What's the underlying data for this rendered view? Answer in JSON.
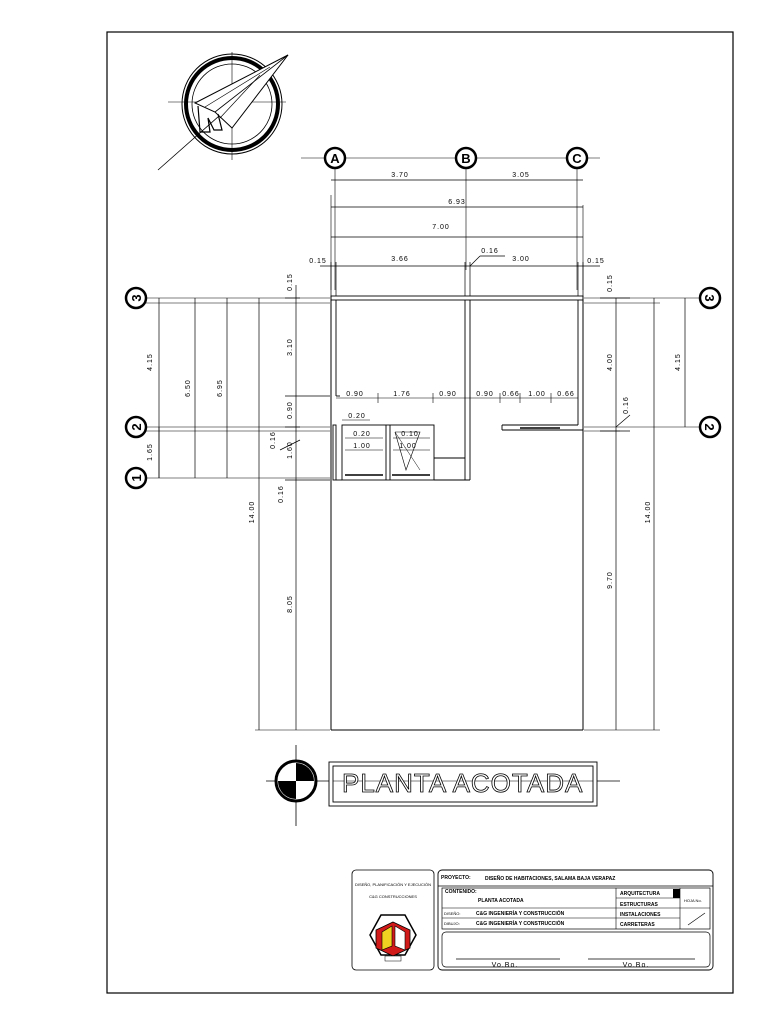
{
  "drawing": {
    "title": "PLANTA ACOTADA",
    "axes_letters": [
      "A",
      "B",
      "C"
    ],
    "axes_numbers_left": [
      "3",
      "2",
      "1"
    ],
    "axes_numbers_right": [
      "3",
      "2"
    ],
    "dims_top": {
      "ab": "3.70",
      "bc": "3.05",
      "total1": "6.93",
      "total2": "7.00",
      "left_wall": "0.15",
      "room1": "3.66",
      "mid_wall": "0.16",
      "room2": "3.00",
      "right_wall": "0.15"
    },
    "dims_left": {
      "a": "4.15",
      "b": "6.50",
      "c": "6.95",
      "d": "1.65",
      "total": "14.00",
      "upper_wall": "0.15",
      "room_top": "3.10",
      "door_gap": "0.90",
      "small_wall": "0.16",
      "bath": "1.60",
      "bottom_wall": "0.16",
      "lower": "8.05"
    },
    "dims_right": {
      "a": "4.15",
      "b": "4.00",
      "wall_top": "0.15",
      "wall_mid": "0.16",
      "total": "14.00",
      "lower": "9.70"
    },
    "dims_interior": {
      "d1": "0.90",
      "d2": "1.76",
      "d3": "0.90",
      "d4": "0.90",
      "d5": "0.66",
      "d6": "1.00",
      "d7": "0.66",
      "e1": "0.20",
      "e2": "0.20",
      "e3": "0.10",
      "e4": "1.00",
      "e5": "1.00"
    }
  },
  "title_block": {
    "company_header": "DISEÑO, PLANIFICACIÓN Y EJECUCIÓN",
    "company_name": "C&G CONSTRUCCIONES",
    "proyecto_label": "PROYECTO:",
    "proyecto_value": "DISEÑO DE HABITACIONES, SALAMA BAJA VERAPAZ",
    "contenido_label": "CONTENIDO:",
    "contenido_value": "PLANTA ACOTADA",
    "row1_label": "DISEÑO:",
    "row1_value": "C&G INGENIERÍA Y CONSTRUCCIÓN",
    "row2_label": "DIBUJO:",
    "row2_value": "C&G INGENIERÍA Y CONSTRUCCIÓN",
    "disciplines": [
      "ARQUITECTURA",
      "ESTRUCTURAS",
      "INSTALACIONES",
      "CARRETERAS"
    ],
    "sheet_label": "HOJA No.",
    "vobo1": "Vo.Bo.",
    "vobo2": "Vo.Bo."
  },
  "colors": {
    "line": "#000000",
    "logo_red": "#d11a1a",
    "logo_yellow": "#f0d020",
    "logo_white": "#ffffff"
  }
}
